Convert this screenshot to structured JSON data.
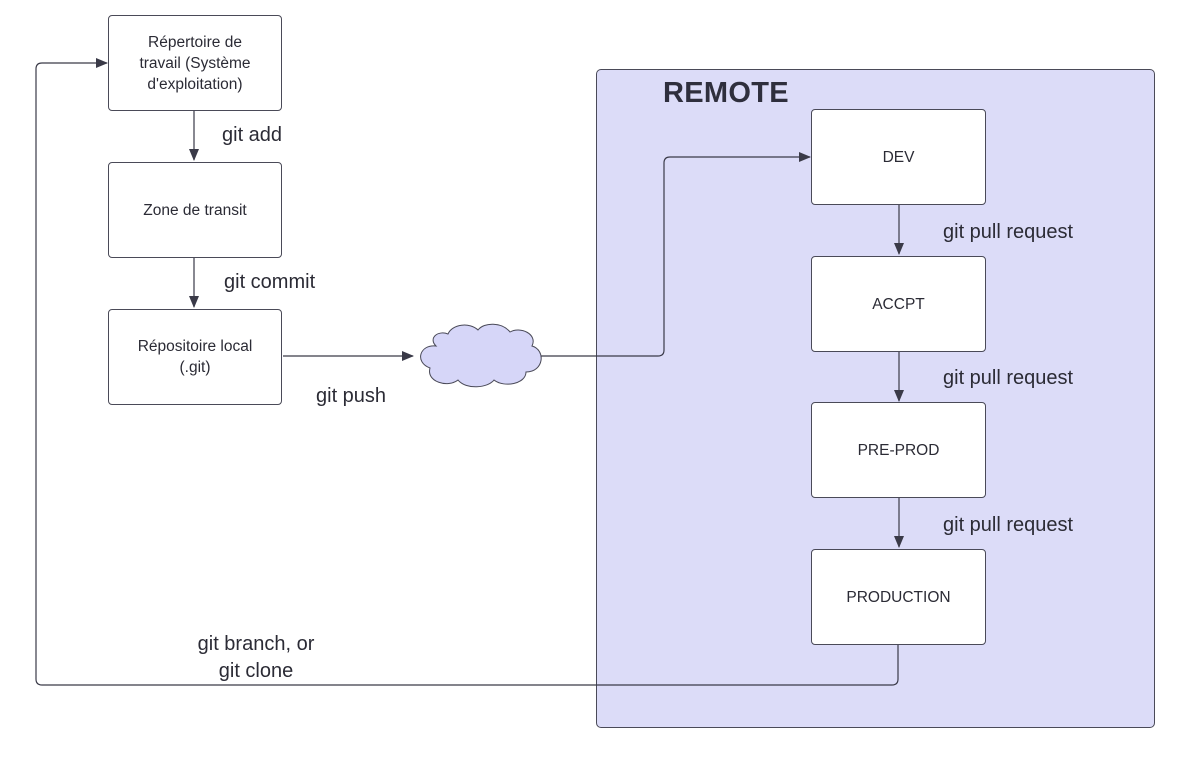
{
  "remote": {
    "title": "REMOTE",
    "fill": "#dcdcf8"
  },
  "nodes": {
    "working_dir": "Répertoire de\ntravail (Système\nd'exploitation)",
    "staging": "Zone de transit",
    "local_repo": "Répositoire local\n(.git)",
    "dev": "DEV",
    "accpt": "ACCPT",
    "preprod": "PRE-PROD",
    "production": "PRODUCTION"
  },
  "edges": {
    "git_add": "git add",
    "git_commit": "git commit",
    "git_push": "git push",
    "pull_request_1": "git pull request",
    "pull_request_2": "git pull request",
    "pull_request_3": "git pull request",
    "branch_clone": "git branch, or\ngit clone"
  },
  "cloud": {
    "icon": "cloud-icon",
    "fill": "#d6d6f8"
  },
  "colors": {
    "stroke": "#3a3a48"
  }
}
